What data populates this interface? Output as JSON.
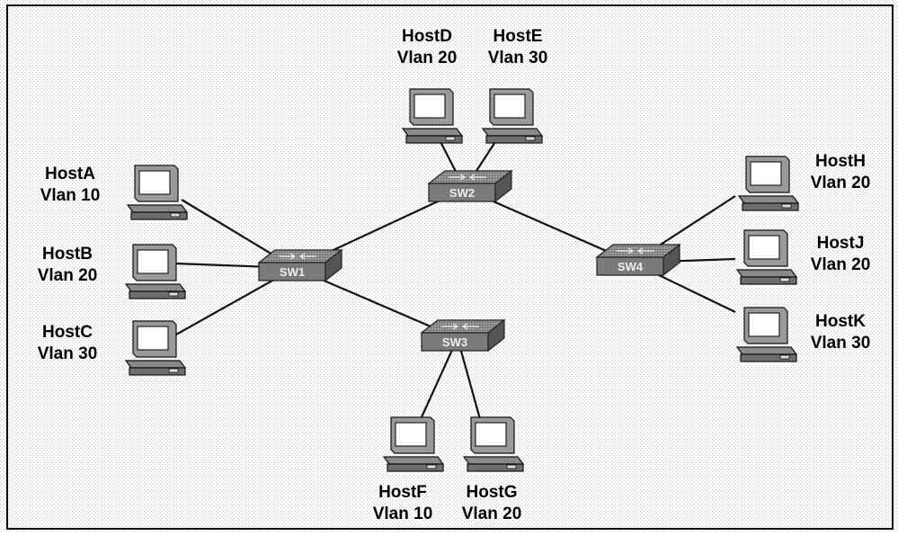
{
  "diagram": {
    "switches": [
      {
        "id": "sw1",
        "label": "SW1"
      },
      {
        "id": "sw2",
        "label": "SW2"
      },
      {
        "id": "sw3",
        "label": "SW3"
      },
      {
        "id": "sw4",
        "label": "SW4"
      }
    ],
    "hosts": [
      {
        "id": "hostA",
        "name": "HostA",
        "vlan": "Vlan 10",
        "switch": "sw1"
      },
      {
        "id": "hostB",
        "name": "HostB",
        "vlan": "Vlan 20",
        "switch": "sw1"
      },
      {
        "id": "hostC",
        "name": "HostC",
        "vlan": "Vlan 30",
        "switch": "sw1"
      },
      {
        "id": "hostD",
        "name": "HostD",
        "vlan": "Vlan 20",
        "switch": "sw2"
      },
      {
        "id": "hostE",
        "name": "HostE",
        "vlan": "Vlan 30",
        "switch": "sw2"
      },
      {
        "id": "hostF",
        "name": "HostF",
        "vlan": "Vlan 10",
        "switch": "sw3"
      },
      {
        "id": "hostG",
        "name": "HostG",
        "vlan": "Vlan 20",
        "switch": "sw3"
      },
      {
        "id": "hostH",
        "name": "HostH",
        "vlan": "Vlan 20",
        "switch": "sw4"
      },
      {
        "id": "hostJ",
        "name": "HostJ",
        "vlan": "Vlan 20",
        "switch": "sw4"
      },
      {
        "id": "hostK",
        "name": "HostK",
        "vlan": "Vlan 30",
        "switch": "sw4"
      }
    ],
    "trunk_links": [
      {
        "from": "sw1",
        "to": "sw2"
      },
      {
        "from": "sw1",
        "to": "sw3"
      },
      {
        "from": "sw2",
        "to": "sw4"
      }
    ]
  }
}
